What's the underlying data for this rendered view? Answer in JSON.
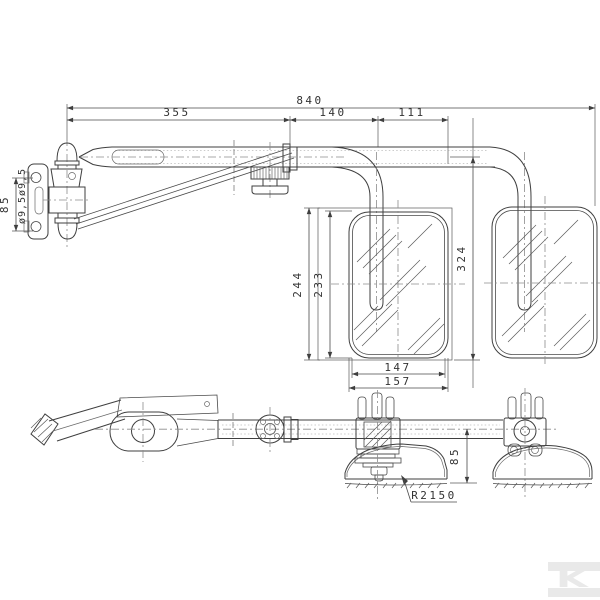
{
  "drawing_title": "mirror-arm-assembly-technical-drawing",
  "colors": {
    "line": "#3f3f3f",
    "centerline": "#8c8c8c",
    "text": "#333333",
    "logo": "#e9e9e9",
    "background": "#ffffff"
  },
  "side_view": {
    "total": "840",
    "seg1": "355",
    "seg2": "140",
    "seg3": "111",
    "plate_span": "85",
    "hole_top": "ø9,5",
    "hole_bottom": "ø9,5",
    "frame_h": "244",
    "glass_h": "233",
    "drop": "324",
    "glass_w": "147",
    "frame_w": "157"
  },
  "plan_view": {
    "depth": "85",
    "radius": "R2150"
  },
  "logo": {
    "letter": "K"
  }
}
